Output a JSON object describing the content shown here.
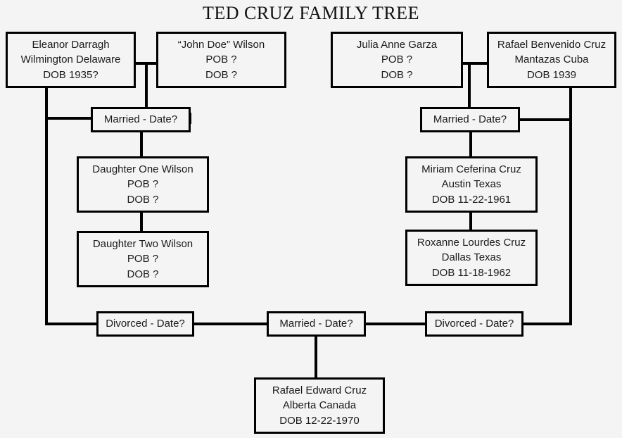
{
  "title": "TED CRUZ FAMILY TREE",
  "colors": {
    "background": "#f4f4f4",
    "line": "#000000",
    "text": "#1a1a1a"
  },
  "chart_data": {
    "type": "diagram",
    "title": "TED CRUZ FAMILY TREE",
    "nodes": [
      {
        "id": "eleanor",
        "lines": [
          "Eleanor Darragh",
          "Wilmington Delaware",
          "DOB 1935?"
        ]
      },
      {
        "id": "johndoe",
        "lines": [
          "“John Doe” Wilson",
          "POB ?",
          "DOB ?"
        ]
      },
      {
        "id": "julia",
        "lines": [
          "Julia Anne Garza",
          "POB ?",
          "DOB ?"
        ]
      },
      {
        "id": "rafaelb",
        "lines": [
          "Rafael Benvenido Cruz",
          "Mantazas Cuba",
          "DOB 1939"
        ]
      },
      {
        "id": "marriedleft",
        "lines": [
          "Married - Date?"
        ]
      },
      {
        "id": "marriedright",
        "lines": [
          "Married - Date?"
        ]
      },
      {
        "id": "daughterone",
        "lines": [
          "Daughter One Wilson",
          "POB ?",
          "DOB ?"
        ]
      },
      {
        "id": "daughtertwo",
        "lines": [
          "Daughter Two Wilson",
          "POB ?",
          "DOB ?"
        ]
      },
      {
        "id": "miriam",
        "lines": [
          "Miriam Ceferina Cruz",
          "Austin Texas",
          "DOB 11-22-1961"
        ]
      },
      {
        "id": "roxanne",
        "lines": [
          "Roxanne Lourdes Cruz",
          "Dallas Texas",
          "DOB 11-18-1962"
        ]
      },
      {
        "id": "divorceleft",
        "lines": [
          "Divorced - Date?"
        ]
      },
      {
        "id": "marriedmid",
        "lines": [
          "Married - Date?"
        ]
      },
      {
        "id": "divorceright",
        "lines": [
          "Divorced - Date?"
        ]
      },
      {
        "id": "ted",
        "lines": [
          "Rafael Edward Cruz",
          "Alberta Canada",
          "DOB 12-22-1970"
        ]
      }
    ],
    "edges": [
      "eleanor-johndoe-spouse-bar",
      "spouse-bar-to-married-left",
      "married-left-to-daughter-one",
      "daughter-one-to-daughter-two",
      "eleanor-down-to-divorced-left",
      "divorced-left-to-married-mid",
      "married-mid-to-ted",
      "married-mid-to-divorced-right",
      "julia-rafael-spouse-bar",
      "spouse-bar-to-married-right",
      "married-right-to-miriam",
      "miriam-to-roxanne",
      "rafael-down-to-divorced-right"
    ]
  },
  "nodes": {
    "eleanor": {
      "line1": "Eleanor Darragh",
      "line2": "Wilmington Delaware",
      "line3": "DOB 1935?"
    },
    "johndoe": {
      "line1": "“John Doe” Wilson",
      "line2": "POB ?",
      "line3": "DOB ?"
    },
    "julia": {
      "line1": "Julia Anne Garza",
      "line2": "POB ?",
      "line3": "DOB ?"
    },
    "rafaelb": {
      "line1": "Rafael Benvenido Cruz",
      "line2": "Mantazas Cuba",
      "line3": "DOB 1939"
    },
    "marriedleft": {
      "line1": "Married - Date?"
    },
    "marriedright": {
      "line1": "Married - Date?"
    },
    "daughterone": {
      "line1": "Daughter One Wilson",
      "line2": "POB ?",
      "line3": "DOB ?"
    },
    "daughtertwo": {
      "line1": "Daughter Two Wilson",
      "line2": "POB ?",
      "line3": "DOB ?"
    },
    "miriam": {
      "line1": "Miriam Ceferina Cruz",
      "line2": "Austin Texas",
      "line3": "DOB 11-22-1961"
    },
    "roxanne": {
      "line1": "Roxanne Lourdes Cruz",
      "line2": "Dallas Texas",
      "line3": "DOB 11-18-1962"
    },
    "divorceleft": {
      "line1": "Divorced - Date?"
    },
    "marriedmid": {
      "line1": "Married - Date?"
    },
    "divorceright": {
      "line1": "Divorced - Date?"
    },
    "ted": {
      "line1": "Rafael Edward Cruz",
      "line2": "Alberta Canada",
      "line3": "DOB 12-22-1970"
    }
  }
}
